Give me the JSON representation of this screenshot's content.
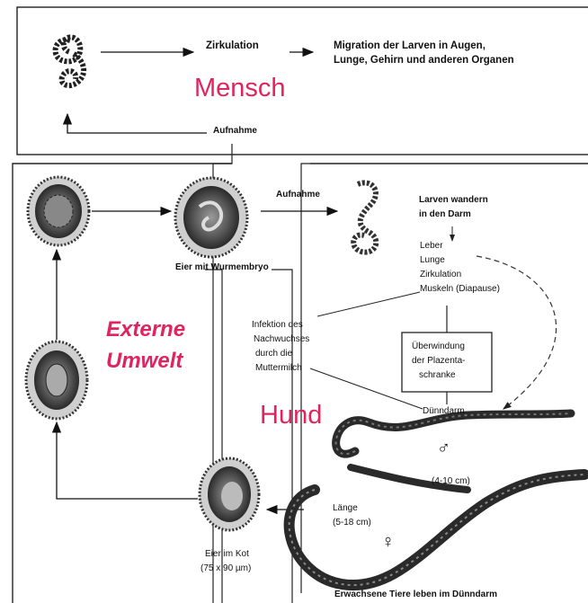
{
  "labels": {
    "zirkulation_top": "Zirkulation",
    "migration_line1": "Migration der Larven in Augen,",
    "migration_line2": "Lunge, Gehirn und anderen Organen",
    "mensch": "Mensch",
    "aufnahme_top": "Aufnahme",
    "aufnahme_mid": "Aufnahme",
    "eier_wurmembryo": "Eier mit Wurmembryo",
    "larven_line1": "Larven wandern",
    "larven_line2": "in den Darm",
    "leber": "Leber",
    "lunge": "Lunge",
    "zirkulation_list": "Zirkulation",
    "muskeln": "Muskeln (Diapause)",
    "infektion_line1": "Infektion des",
    "infektion_line2": "Nachwuchses",
    "infektion_line3": "durch die",
    "infektion_line4": "Muttermilch",
    "ueberwindung_line1": "Überwindung",
    "ueberwindung_line2": "der Plazenta-",
    "ueberwindung_line3": "schranke",
    "duenndarm": "Dünndarm",
    "externe": "Externe",
    "umwelt": "Umwelt",
    "hund": "Hund",
    "male_symbol": "♂",
    "male_size": "(4-10 cm)",
    "laenge": "Länge",
    "female_size": "(5-18 cm)",
    "female_symbol": "♀",
    "eier_kot_line1": "Eier im Kot",
    "eier_kot_line2": "(75 x 90 µm)",
    "erwachsene": "Erwachsene Tiere leben im Dünndarm"
  }
}
